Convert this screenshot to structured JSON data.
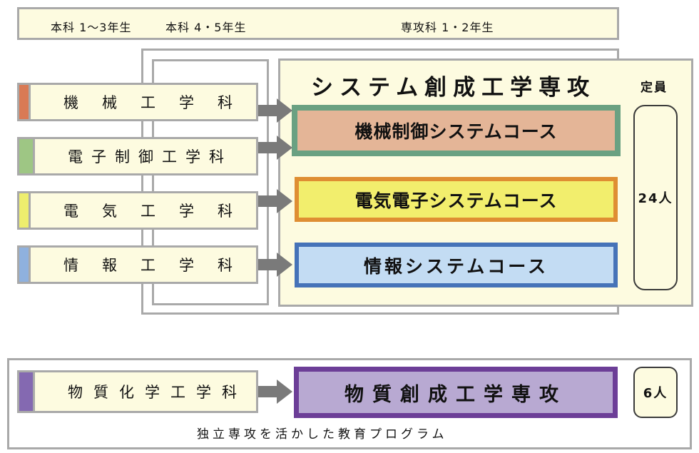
{
  "header": {
    "undergrad_years_1_3": "本科 1〜3年生",
    "undergrad_years_4_5": "本科 4・5年生",
    "advanced_years": "専攻科 1・2年生"
  },
  "system_major": {
    "title": "システム創成工学専攻",
    "capacity_label": "定員",
    "capacity_value": "24人",
    "courses": [
      {
        "label": "機械制御システムコース",
        "color": "#e4b597",
        "border": "#6aa182"
      },
      {
        "label": "電気電子システムコース",
        "color": "#f2ee6d",
        "border": "#df8e33"
      },
      {
        "label": "情報システムコース",
        "color": "#c3dcf3",
        "border": "#4673b8"
      }
    ]
  },
  "departments": [
    {
      "label": "機械工学科",
      "color": "#d97a55"
    },
    {
      "label": "電子制御工学科",
      "color": "#9ec684"
    },
    {
      "label": "電気工学科",
      "color": "#eeee6e"
    },
    {
      "label": "情報工学科",
      "color": "#8fb1de"
    }
  ],
  "materials": {
    "department": {
      "label": "物質化学工学科",
      "color": "#8469b1"
    },
    "major_title": "物質創成工学専攻",
    "capacity_value": "6人",
    "caption": "独立専攻を活かした教育プログラム"
  }
}
